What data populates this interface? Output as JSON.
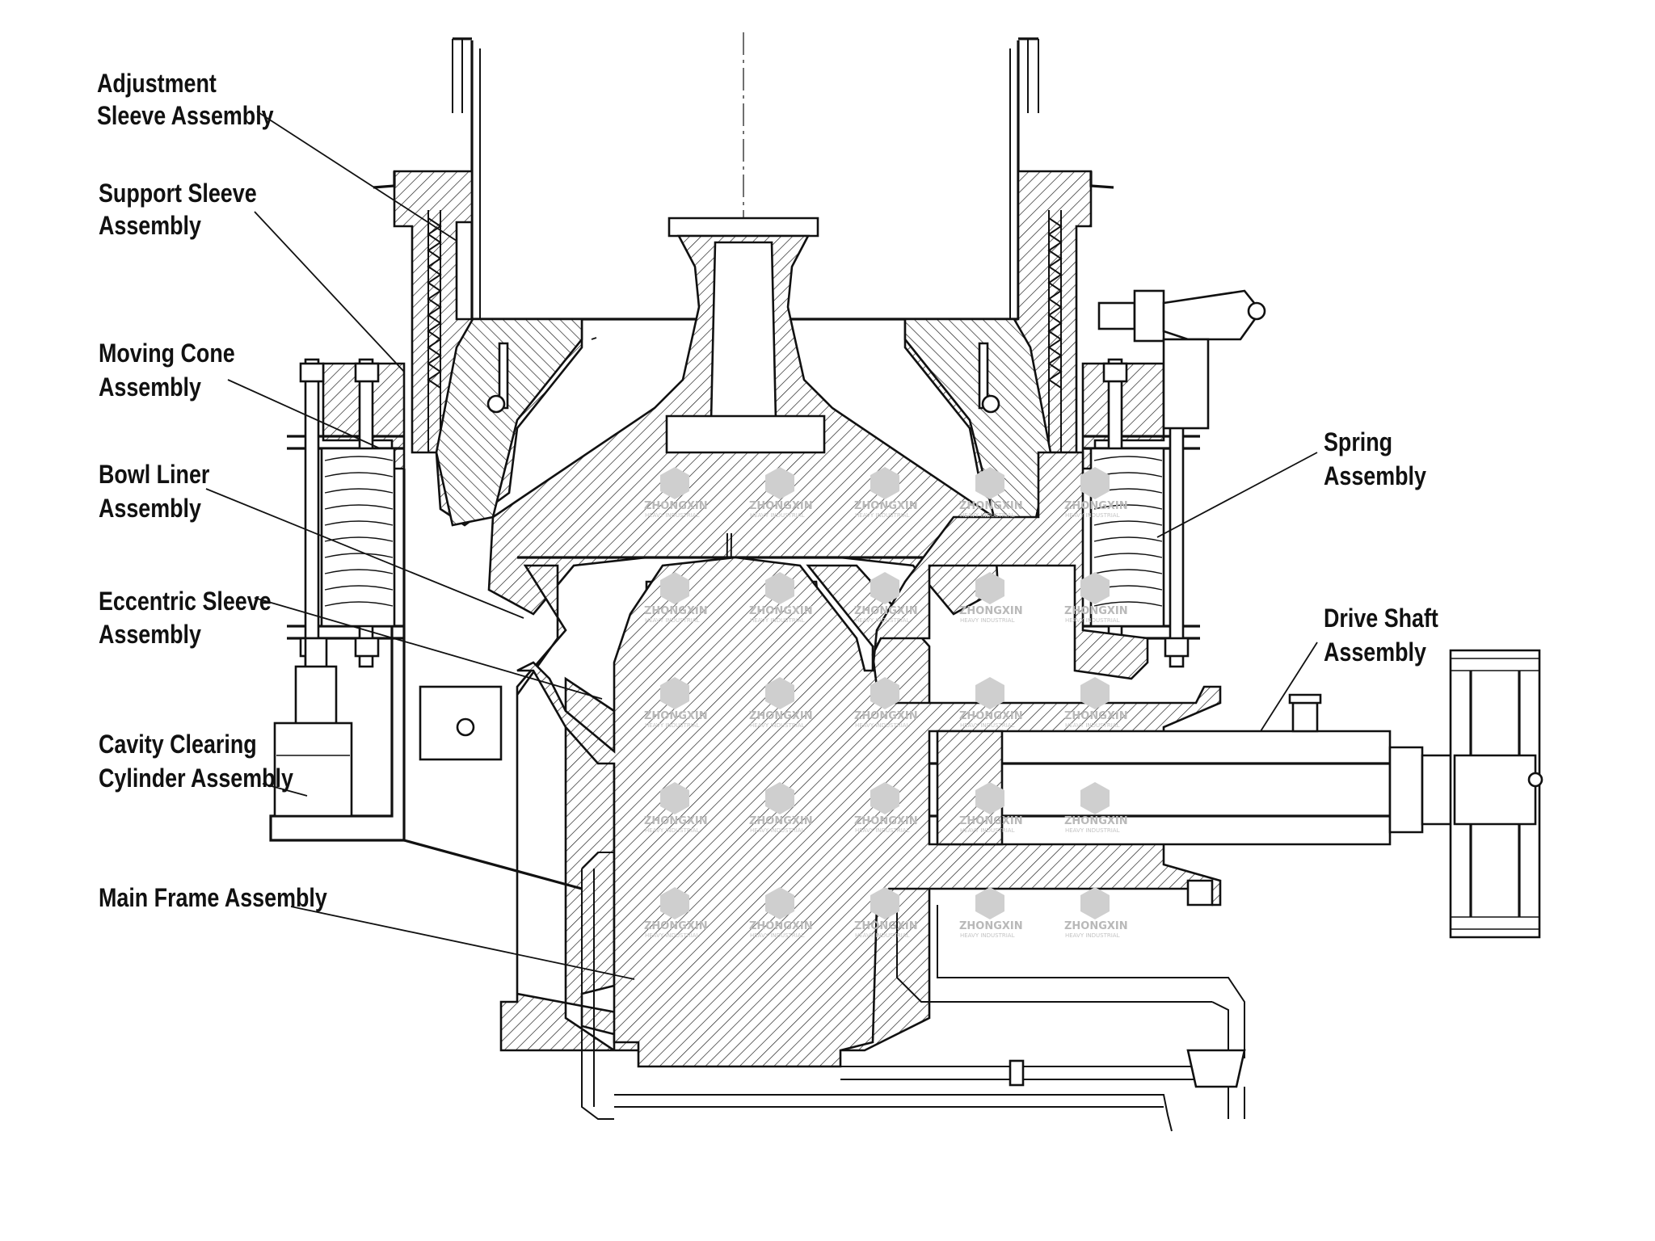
{
  "labels": {
    "adjustment_sleeve": [
      "Adjustment",
      "Sleeve Assembly"
    ],
    "support_sleeve": [
      "Support Sleeve",
      "Assembly"
    ],
    "moving_cone": [
      "Moving Cone",
      "Assembly"
    ],
    "bowl_liner": [
      "Bowl Liner",
      "Assembly"
    ],
    "eccentric_sleeve": [
      "Eccentric Sleeve",
      "Assembly"
    ],
    "cavity_clearing": [
      "Cavity Clearing",
      "Cylinder Assembly"
    ],
    "main_frame": [
      "Main Frame Assembly"
    ],
    "spring": [
      "Spring",
      "Assembly"
    ],
    "drive_shaft": [
      "Drive Shaft",
      "Assembly"
    ]
  },
  "watermark": {
    "name": "ZHONGXIN",
    "subtitle": "HEAVY INDUSTRIAL"
  },
  "colors": {
    "line": "#111111",
    "watermark": "#c4c4c4",
    "background": "#ffffff"
  }
}
